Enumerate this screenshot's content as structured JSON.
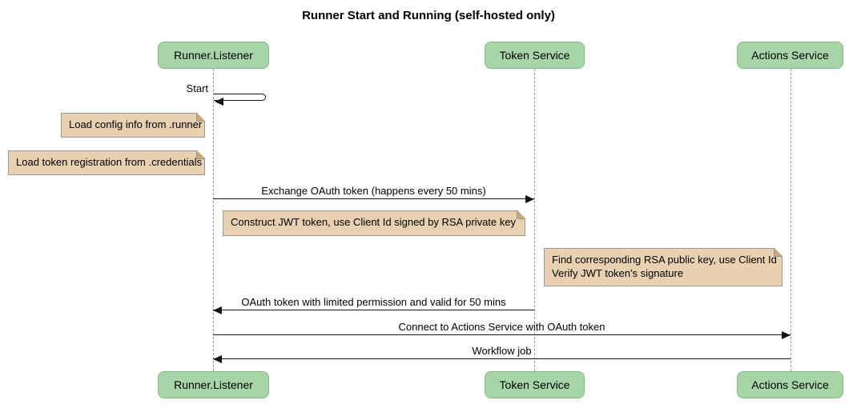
{
  "title": "Runner Start and Running (self-hosted only)",
  "participants": [
    {
      "name": "Runner.Listener"
    },
    {
      "name": "Token Service"
    },
    {
      "name": "Actions Service"
    }
  ],
  "messages": [
    {
      "label": "Start",
      "from": "Runner.Listener",
      "to": "Runner.Listener",
      "type": "self"
    },
    {
      "label": "Exchange OAuth token (happens every 50 mins)",
      "from": "Runner.Listener",
      "to": "Token Service",
      "type": "solid"
    },
    {
      "label": "OAuth token with limited permission and valid for 50 mins",
      "from": "Token Service",
      "to": "Runner.Listener",
      "type": "solid"
    },
    {
      "label": "Connect to Actions Service with OAuth token",
      "from": "Runner.Listener",
      "to": "Actions Service",
      "type": "solid"
    },
    {
      "label": "Workflow job",
      "from": "Actions Service",
      "to": "Runner.Listener",
      "type": "solid"
    }
  ],
  "notes": [
    {
      "lines": [
        "Load config info from .runner"
      ],
      "position": "left of Runner.Listener"
    },
    {
      "lines": [
        "Load token registration from .credentials"
      ],
      "position": "left of Runner.Listener"
    },
    {
      "lines": [
        "Construct JWT token, use Client Id signed by RSA private key"
      ],
      "position": "over Runner.Listener, Token Service"
    },
    {
      "lines": [
        "Find corresponding RSA public key, use Client Id",
        "Verify JWT token's signature"
      ],
      "position": "over Token Service, Actions Service"
    }
  ],
  "colors": {
    "actor_fill": "#a8d5a8",
    "actor_border": "#84b884",
    "note_fill": "#e8d0b0",
    "note_border": "#999999",
    "note_fold": "#c9a87c",
    "message_line": "#141414",
    "lifeline": "#9a9a9a",
    "background": "#ffffff",
    "text": "#000000"
  }
}
